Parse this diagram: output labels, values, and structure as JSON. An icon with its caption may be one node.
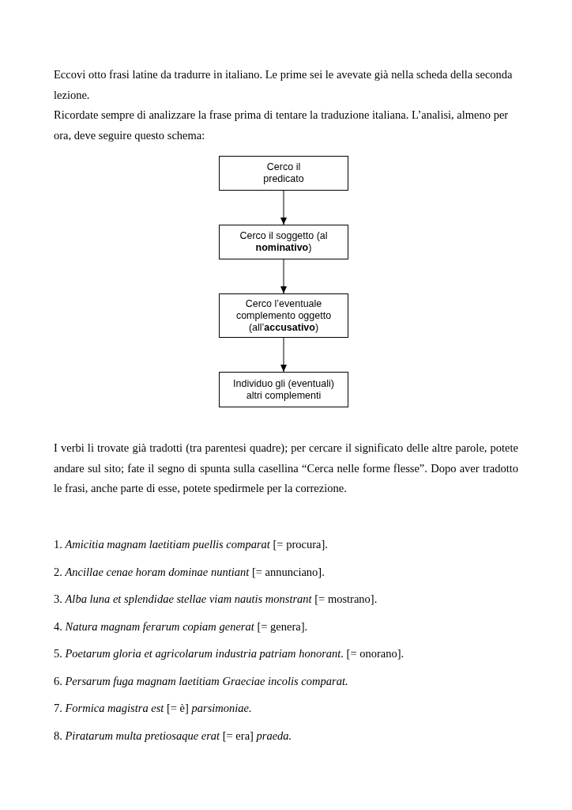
{
  "diagram": {
    "nodes": [
      {
        "text": [
          "Cerco il predicato"
        ]
      },
      {
        "text": [
          "Cerco il soggetto (al **nominativo**)"
        ]
      },
      {
        "text": [
          "Cerco l’eventuale complemento oggetto (all’**accusativo**)"
        ]
      },
      {
        "text": [
          "Individuo gli (eventuali) altri complementi"
        ]
      }
    ],
    "edges": [
      {
        "from": 0,
        "to": 1,
        "arrow": "to"
      },
      {
        "from": 1,
        "to": 2,
        "arrow": "to"
      },
      {
        "from": 2,
        "to": 3,
        "arrow": "to"
      }
    ],
    "labels": [
      "Eccovi otto frasi latine da tradurre in italiano. Le prime sei le avevate già nella scheda della seconda lezione.",
      "Ricordate sempre di analizzare la frase prima di tentare la traduzione italiana. L’analisi, almeno per ora, deve seguire questo schema:",
      "I verbi li trovate già tradotti (tra parentesi quadre); per cercare il significato delle altre parole, potete andare sul sito; fate il segno di spunta sulla casellina “Cerca nelle forme flesse”. Dopo aver tradotto le frasi, anche parte di esse, potete spedirmele per la correzione.",
      "1. *Amicitia magnam laetitiam puellis comparat* [= procura].",
      "2. *Ancillae cenae horam dominae nuntiant* [= annunciano].",
      "3. *Alba luna et splendidae stellae viam nautis monstrant* [= mostrano].",
      "4. *Natura magnam ferarum copiam generat* [= genera].",
      "5. *Poetarum gloria et agricolarum industria patriam honorant*. [= onorano].",
      "6. *Persarum fuga magnam laetitiam Graeciae incolis comparat.*",
      "7. *Formica magistra est* [= è] *parsimoniae.*",
      "8. *Piratarum multa pretiosaque erat* [= era] *praeda.*"
    ]
  }
}
